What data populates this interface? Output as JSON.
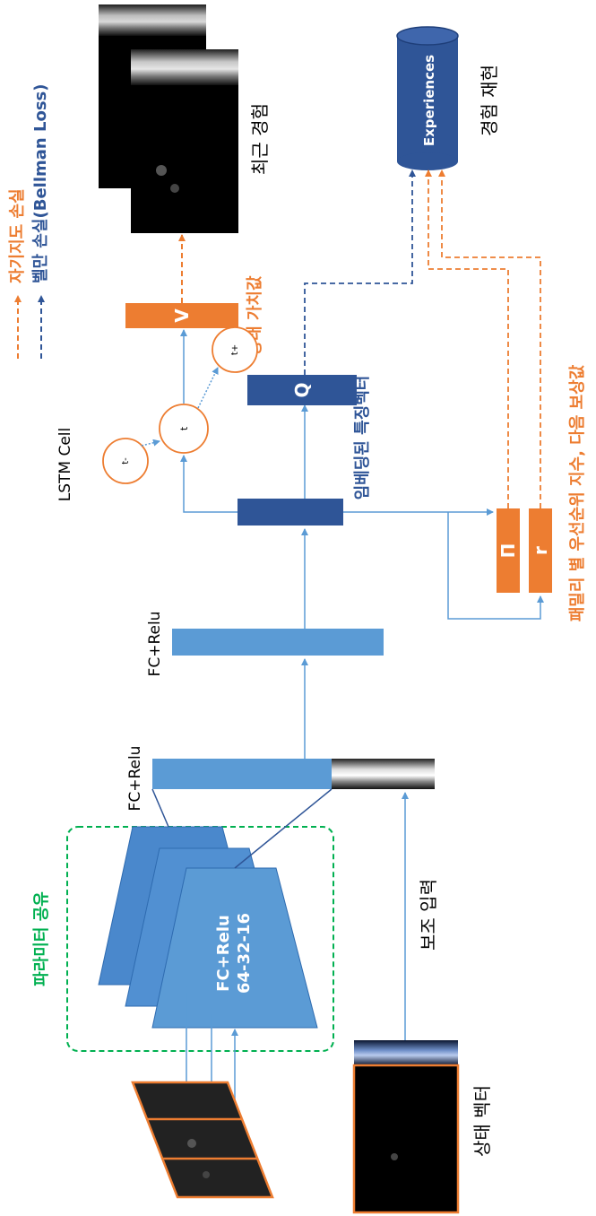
{
  "legend": {
    "self_supervised_loss": "자기지도 손실",
    "bellman_loss": "벨만 손실(Bellman Loss)"
  },
  "labels": {
    "recent_experience": "최근 경험",
    "experience_replay": "경험 재현",
    "experiences_db": "Experiences",
    "state_value": "상태 가치값",
    "embedded_feature": "임베딩된 특징벡터",
    "lstm_cell": "LSTM Cell",
    "fc_relu_a": "FC+Relu",
    "fc_relu_b": "FC+Relu",
    "param_share": "파라미터 공유",
    "aux_input": "보조 입력",
    "state_vector": "상태 벡터",
    "fc_stack_line1": "FC+Relu",
    "fc_stack_line2": "64-32-16",
    "family_values": "패밀리 별 우선순위 지수, 다음 보상값"
  },
  "boxes": {
    "v": "V",
    "q": "Q",
    "pi": "Π",
    "r": "r"
  },
  "lstm_nodes": {
    "prev": "t-",
    "curr": "t",
    "next": "t+"
  },
  "colors": {
    "orange": "#ED7D31",
    "dark_blue": "#2F5597",
    "light_blue": "#5B9BD5",
    "green": "#00B050",
    "line_blue": "#5B9BD5"
  }
}
